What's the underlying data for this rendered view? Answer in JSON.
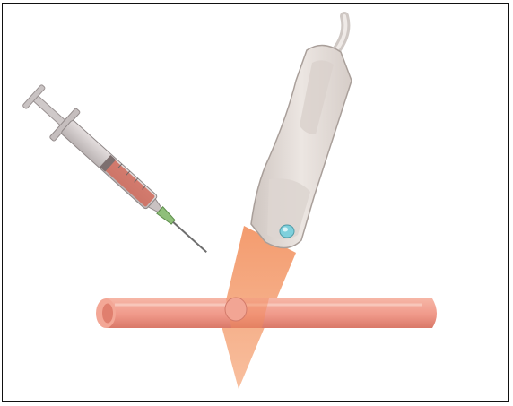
{
  "figure": {
    "elements": [
      "syringe-with-needle",
      "ultrasound-probe",
      "ultrasound-beam",
      "blood-vessel"
    ],
    "colors": {
      "vessel": "#f2a08f",
      "vessel_shadow": "#d97868",
      "beam": "#f3925f",
      "probe_body": "#e6dfdb",
      "probe_shadow": "#b9b0ab",
      "indicator_light": "#7fd0dc",
      "syringe_fluid": "#d06a5a",
      "needle_hub": "#8fbf7a"
    }
  }
}
